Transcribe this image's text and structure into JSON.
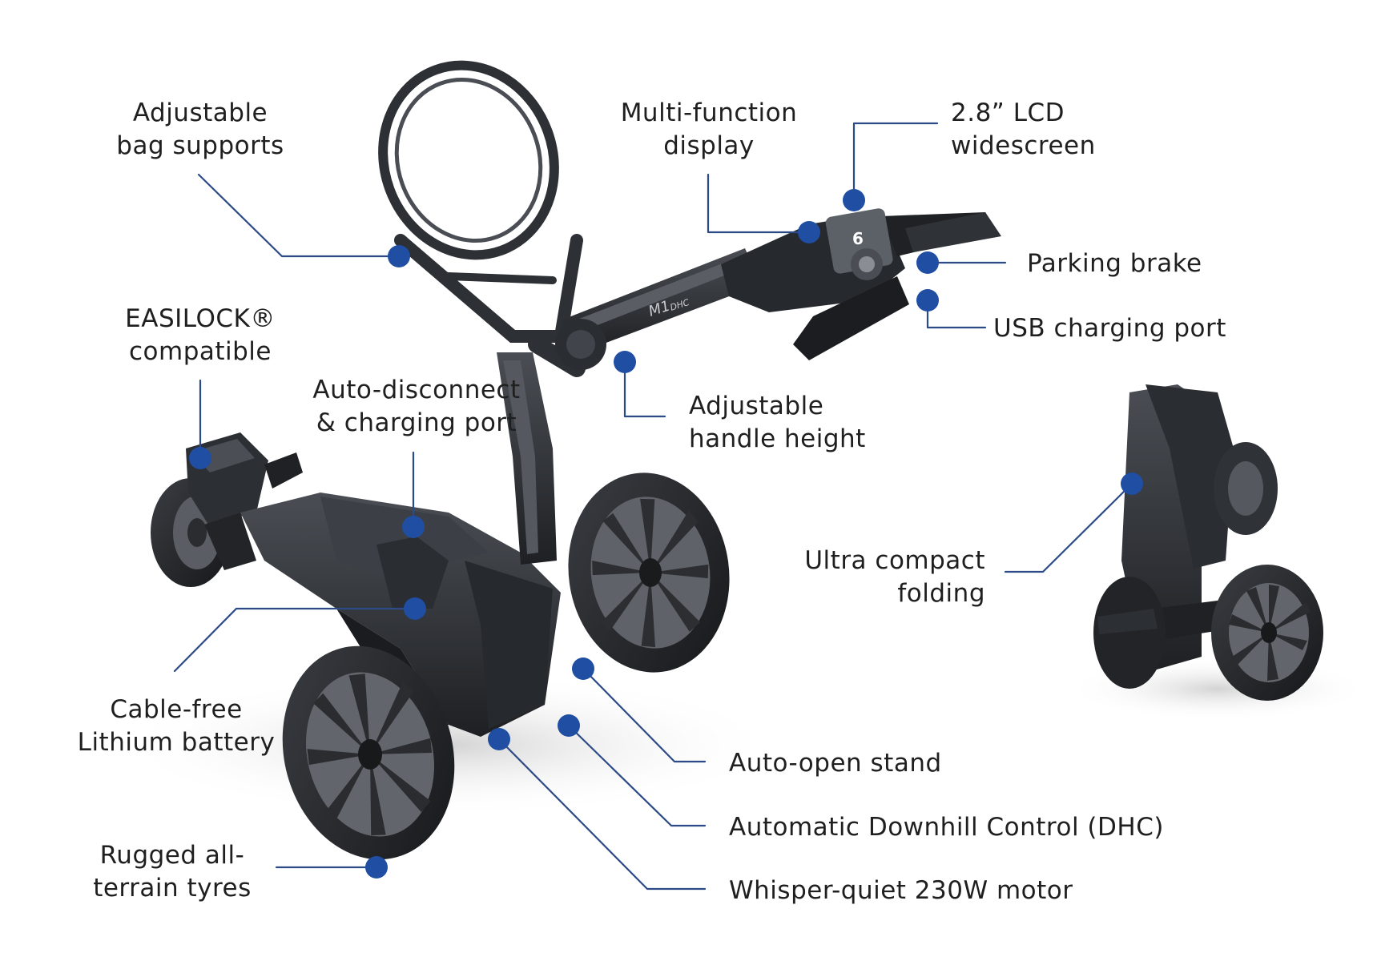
{
  "colors": {
    "leader": "#2b4a86",
    "dot": "#1f4ea3",
    "body": "#2e3135",
    "body_dark": "#1b1d20",
    "body_light": "#4a4e54",
    "tyre": "#232528",
    "tyre_tread": "#3a3d42",
    "shadow": "#d9d9d9",
    "text": "#1f1f1f",
    "screen": "#5c6168"
  },
  "labels": {
    "bag_supports": [
      "Adjustable",
      "bag supports"
    ],
    "multi_function": [
      "Multi-function",
      "display"
    ],
    "lcd": [
      "2.8” LCD",
      "widescreen"
    ],
    "parking_brake": [
      "Parking brake"
    ],
    "usb": [
      "USB charging port"
    ],
    "easilock": [
      "EASILOCK®",
      "compatible"
    ],
    "auto_disconnect": [
      "Auto-disconnect",
      "& charging port"
    ],
    "handle_height": [
      "Adjustable",
      "handle height"
    ],
    "ultra_compact": [
      "Ultra compact",
      "folding"
    ],
    "cable_free": [
      "Cable-free",
      "Lithium battery"
    ],
    "auto_open": [
      "Auto-open stand"
    ],
    "dhc": [
      "Automatic Downhill Control (DHC)"
    ],
    "motor": [
      "Whisper-quiet 230W motor"
    ],
    "tyres": [
      "Rugged all-",
      "terrain tyres"
    ]
  },
  "product_marks": {
    "model": "M1",
    "model_suffix": "DHC",
    "lcd_digit": "6"
  }
}
